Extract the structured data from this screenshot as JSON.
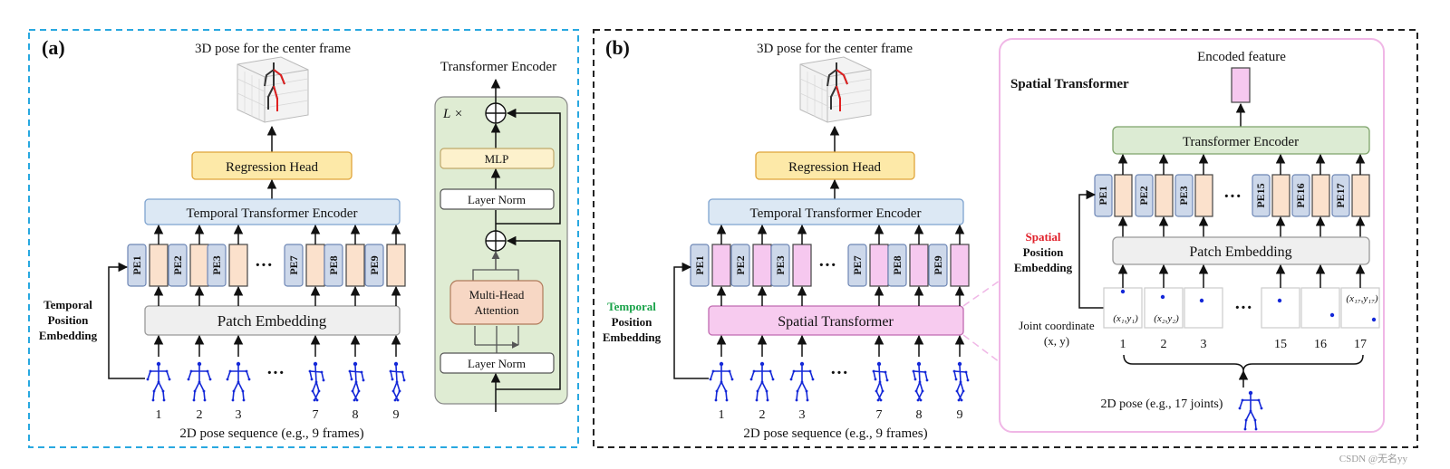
{
  "panel_a": {
    "tag": "(a)",
    "output_label": "3D pose for the center frame",
    "regression_head": "Regression Head",
    "temporal_encoder": "Temporal Transformer Encoder",
    "patch_embedding": "Patch Embedding",
    "pe_labels": [
      "PE1",
      "PE2",
      "PE3",
      "PE7",
      "PE8",
      "PE9"
    ],
    "frame_numbers": [
      "1",
      "2",
      "3",
      "7",
      "8",
      "9"
    ],
    "ellipsis": "···",
    "temporal_pos_emb": [
      "Temporal",
      "Position",
      "Embedding"
    ],
    "caption": "2D pose sequence (e.g., 9 frames)",
    "encoder_detail": {
      "title": "Transformer Encoder",
      "repeat": "L ×",
      "mlp": "MLP",
      "layer_norm_top": "Layer Norm",
      "mha": [
        "Multi-Head",
        "Attention"
      ],
      "layer_norm_bottom": "Layer Norm"
    }
  },
  "panel_b": {
    "tag": "(b)",
    "output_label": "3D pose for the center frame",
    "regression_head": "Regression Head",
    "temporal_encoder": "Temporal Transformer Encoder",
    "spatial_transformer": "Spatial Transformer",
    "pe_labels": [
      "PE1",
      "PE2",
      "PE3",
      "PE7",
      "PE8",
      "PE9"
    ],
    "frame_numbers": [
      "1",
      "2",
      "3",
      "7",
      "8",
      "9"
    ],
    "ellipsis": "···",
    "temporal_pos_emb": [
      "Temporal",
      "Position",
      "Embedding"
    ],
    "caption": "2D pose sequence (e.g., 9 frames)",
    "spatial_detail": {
      "title": "Spatial Transformer",
      "encoded_feature": "Encoded feature",
      "transformer_encoder": "Transformer Encoder",
      "patch_embedding": "Patch Embedding",
      "pe_labels": [
        "PE1",
        "PE2",
        "PE3",
        "PE15",
        "PE16",
        "PE17"
      ],
      "joint_numbers": [
        "1",
        "2",
        "3",
        "15",
        "16",
        "17"
      ],
      "ellipsis": "···",
      "spatial_pos_emb": [
        "Spatial",
        "Position",
        "Embedding"
      ],
      "joint_coord": [
        "Joint coordinate",
        "(x, y)"
      ],
      "coord_labels": [
        "(x₁,y₁)",
        "(x₂,y₂)",
        "(x₁₇,y₁₇)"
      ],
      "caption": "2D pose (e.g., 17 joints)"
    }
  },
  "watermark": "CSDN @无名yy",
  "colors": {
    "panel_a_border": "#29a8e0",
    "panel_b_border": "#222222",
    "regression_fill": "#fde9a8",
    "encoder_fill": "#dce8f4",
    "patch_fill": "#efefef",
    "pe_fill": "#cdd8ea",
    "token_peach": "#fbe1cc",
    "token_pink": "#f6c8ef",
    "spatial_fill": "#f7cbef",
    "detail_bg": "#dfecd3",
    "mha_fill": "#f7d7c4",
    "mlp_fill": "#fdf1cc",
    "spatial_box_border": "#f0b7e6",
    "encoder_green": "#dcebd3",
    "temporal_green": "#1aa34a",
    "spatial_red": "#e0202a",
    "skeleton_blue": "#1428d8"
  }
}
